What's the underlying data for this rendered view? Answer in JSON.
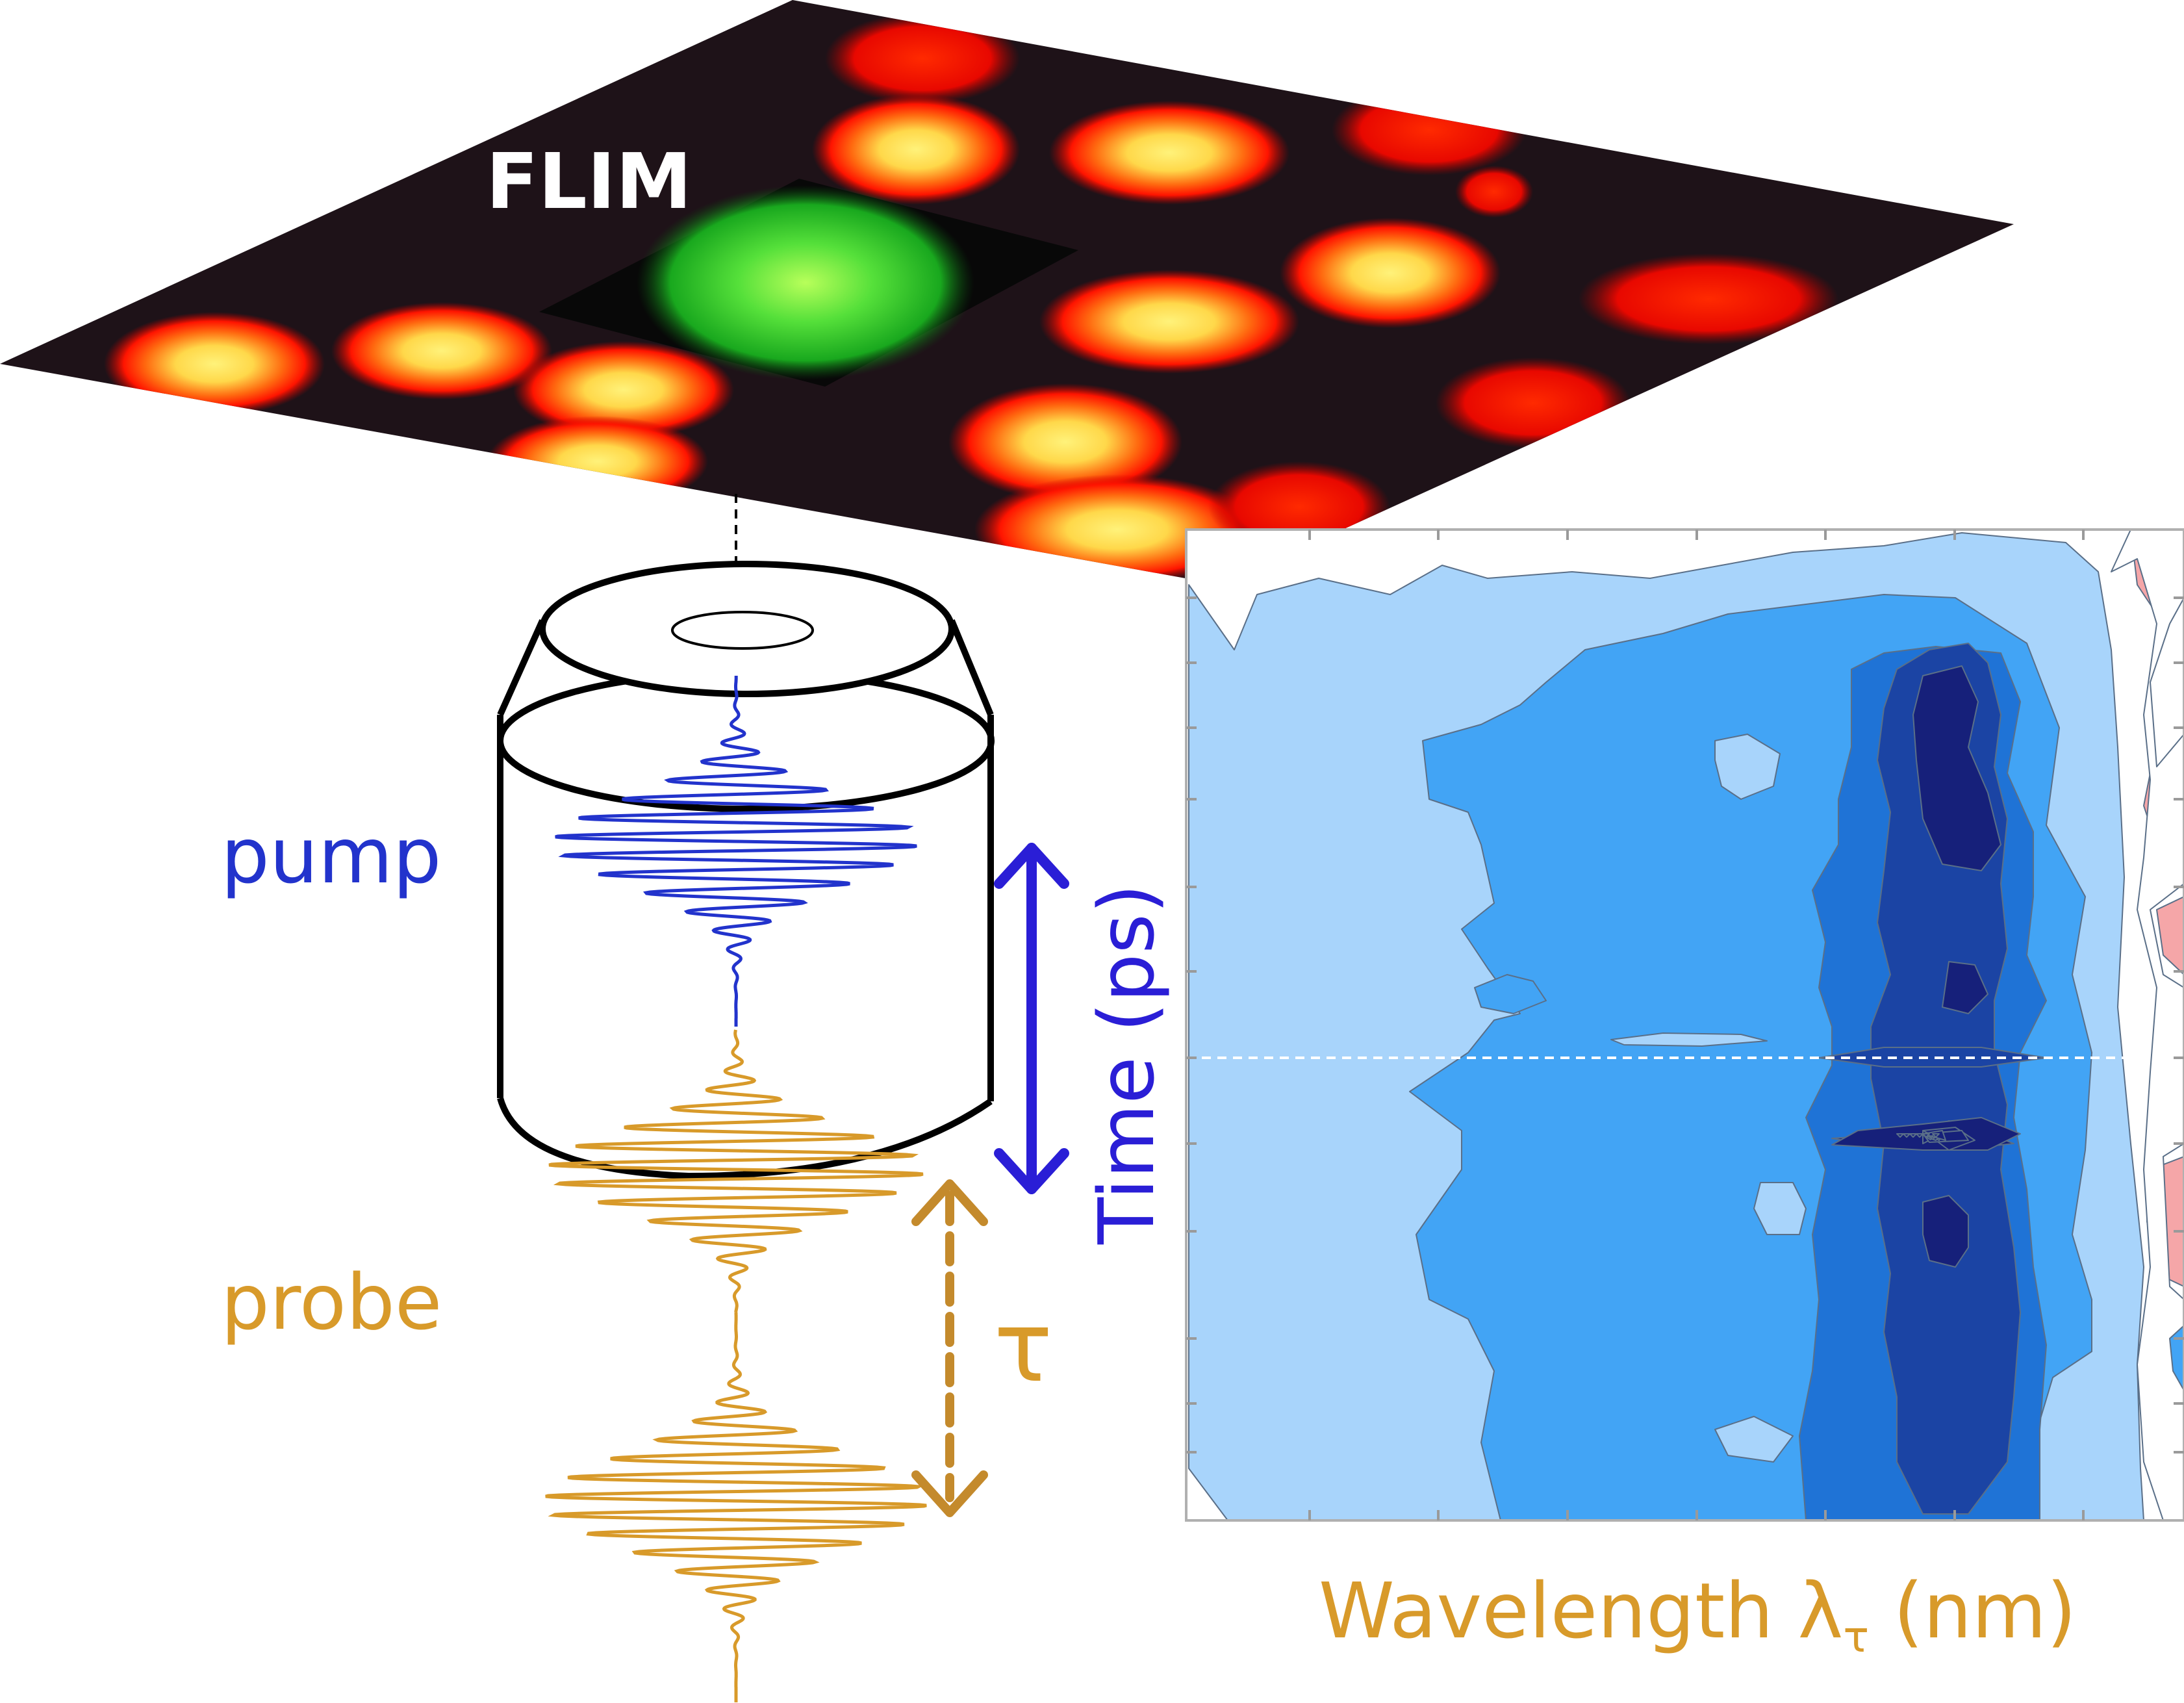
{
  "flim_label": "FLIM",
  "pump_label": "pump",
  "probe_label": "probe",
  "tau_label": "τ",
  "time_axis_label": "Time (ps)",
  "wavelength_label_main": "Wavelength λ",
  "wavelength_label_sub": "τ",
  "wavelength_label_unit": " (nm)",
  "colors": {
    "pump": "#2233cc",
    "probe": "#d89a2a",
    "time_arrow": "#2a1ed6",
    "contour_levels": [
      "#ffffff",
      "#a8d4fb",
      "#42a4f5",
      "#1f73d6",
      "#1b44a4",
      "#16207a"
    ],
    "positive": "#f5a6a8",
    "positive_strong": "#e05a63",
    "flim_background": "#1c1016",
    "flim_cell": "#ff1a00",
    "flim_cell_core": "#ffe066",
    "flim_inset_cell": "#22cc22"
  },
  "icons": [
    "microscope-objective-icon",
    "double-headed-arrow-icon",
    "dashed-delay-arrow-icon"
  ]
}
